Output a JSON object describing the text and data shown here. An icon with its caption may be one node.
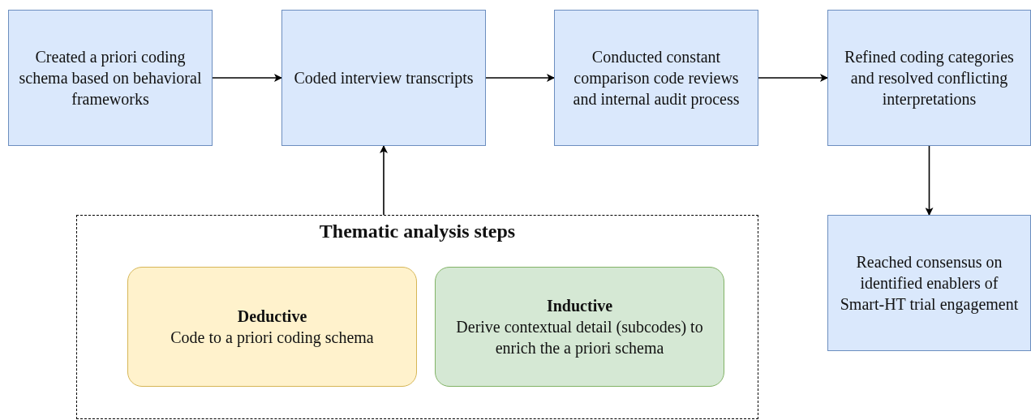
{
  "diagram": {
    "nodes": [
      {
        "text": [
          "Created a priori coding schema based on behavioral frameworks"
        ]
      },
      {
        "text": [
          "Coded interview transcripts"
        ]
      },
      {
        "text": [
          "Conducted constant comparison code reviews and internal audit process"
        ]
      },
      {
        "text": [
          "Refined coding categories and resolved conflicting interpretations"
        ]
      },
      {
        "text": [
          "Reached consensus on identified enablers of Smart-HT trial engagement"
        ]
      },
      {
        "text": [
          "Thematic analysis steps"
        ]
      },
      {
        "text": [
          "Deductive",
          "Code to a priori coding schema"
        ],
        "in": 5
      },
      {
        "text": [
          "Inductive",
          "Derive contextual detail (subcodes) to enrich the a priori schema"
        ],
        "in": 5
      }
    ],
    "edges": [
      {
        "from": 0,
        "to": 1,
        "arrow": "to"
      },
      {
        "from": 1,
        "to": 2,
        "arrow": "to"
      },
      {
        "from": 2,
        "to": 3,
        "arrow": "to"
      },
      {
        "from": 3,
        "to": 4,
        "arrow": "to"
      },
      {
        "from": 5,
        "to": 1,
        "arrow": "to"
      }
    ]
  }
}
